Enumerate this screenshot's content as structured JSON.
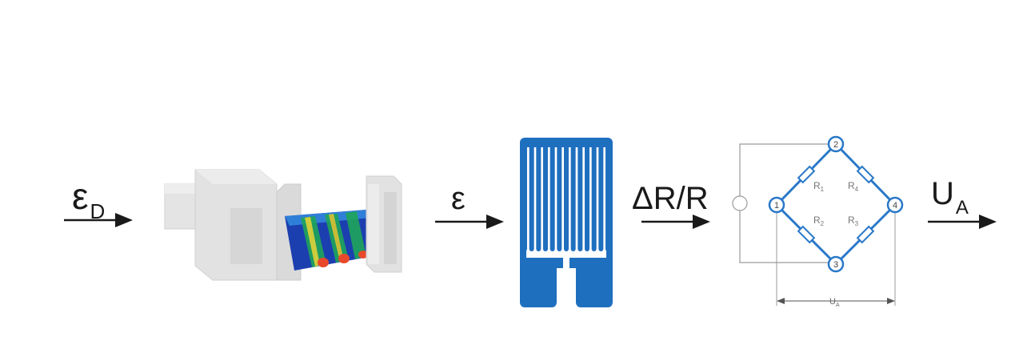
{
  "stages": {
    "input": {
      "symbol": "ε",
      "sub": "D"
    },
    "strain": {
      "symbol": "ε"
    },
    "resistance": {
      "symbol": "ΔR/R"
    },
    "output": {
      "symbol": "U",
      "sub": "A"
    }
  },
  "bridge": {
    "nodes": [
      "1",
      "2",
      "3",
      "4"
    ],
    "resistors": [
      {
        "label": "R",
        "sub": "1"
      },
      {
        "label": "R",
        "sub": "4"
      },
      {
        "label": "R",
        "sub": "2"
      },
      {
        "label": "R",
        "sub": "3"
      }
    ],
    "voltage": {
      "label": "U",
      "sub": "A"
    }
  },
  "colors": {
    "gauge_blue": "#1f6fbf",
    "bridge_blue": "#2a78c8",
    "body_grey": "#dcdcdc",
    "arrow": "#1a1a1a"
  }
}
